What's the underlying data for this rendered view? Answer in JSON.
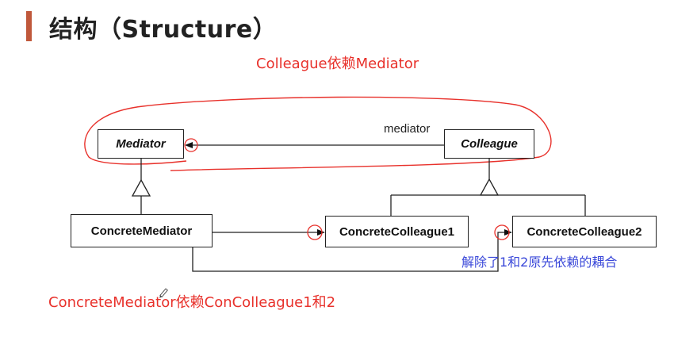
{
  "page": {
    "title": "结构（Structure）"
  },
  "annotations": {
    "top": "Colleague依赖Mediator",
    "bottom": "ConcreteMediator依赖ConColleague1和2",
    "right": "解除了1和2原先依赖的耦合"
  },
  "diagram": {
    "mediator": "Mediator",
    "colleague": "Colleague",
    "concrete_mediator": "ConcreteMediator",
    "concrete_colleague1": "ConcreteColleague1",
    "concrete_colleague2": "ConcreteColleague2",
    "association_role": "mediator"
  },
  "colors": {
    "accent_bar": "#c0583b",
    "annotation_red": "#e8312b",
    "annotation_blue": "#3a48d9"
  }
}
